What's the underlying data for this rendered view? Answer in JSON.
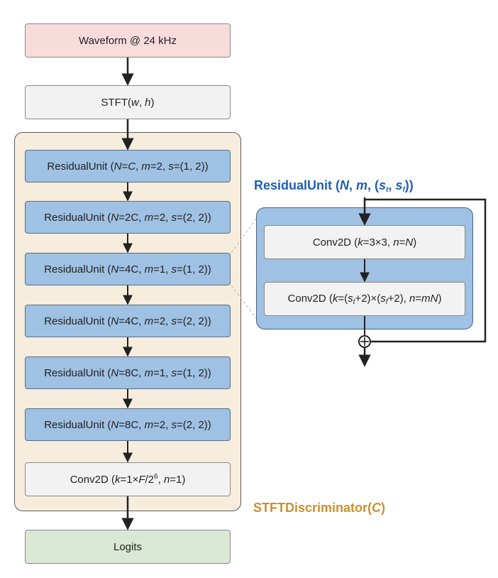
{
  "input": {
    "label": "Waveform @ 24 kHz"
  },
  "stft": {
    "prefix": "STFT(",
    "w": "w",
    "sep": ", ",
    "h": "h",
    "suffix": ")"
  },
  "discriminator": {
    "title_text": "STFTDiscriminator(",
    "title_var": "C",
    "title_close": ")",
    "title_color": "#c9922f",
    "panel_color": "#f7eddc",
    "units": [
      {
        "name": "ResidualUnit",
        "N": "C",
        "m": "2",
        "s": "(1, 2)"
      },
      {
        "name": "ResidualUnit",
        "N": "2C",
        "m": "2",
        "s": "(2, 2)"
      },
      {
        "name": "ResidualUnit",
        "N": "4C",
        "m": "1",
        "s": "(1, 2)"
      },
      {
        "name": "ResidualUnit",
        "N": "4C",
        "m": "2",
        "s": "(2, 2)"
      },
      {
        "name": "ResidualUnit",
        "N": "8C",
        "m": "1",
        "s": "(1, 2)"
      },
      {
        "name": "ResidualUnit",
        "N": "8C",
        "m": "2",
        "s": "(2, 2)"
      }
    ],
    "final_conv": {
      "name": "Conv2D",
      "k_prefix": "k",
      "k_value": "=1×",
      "k_F": "F",
      "k_slash": "/2",
      "k_exp": "6",
      "n_label": "n",
      "n_value": "=1)"
    }
  },
  "output": {
    "label": "Logits"
  },
  "residual_unit_detail": {
    "title_prefix": "ResidualUnit (",
    "title_N": "N",
    "title_m": "m",
    "title_s": "s",
    "title_t": "t",
    "title_f": "f",
    "title_color": "#1f5fb4",
    "panel_color": "#9fc1e3",
    "conv1": {
      "name": "Conv2D",
      "k": "k",
      "k_value": "=3×3, ",
      "n": "n",
      "n_eq": "=",
      "n_value": "N"
    },
    "conv2": {
      "name": "Conv2D",
      "k": "k",
      "s": "s",
      "t": "t",
      "f": "f",
      "n": "n",
      "m": "m",
      "N": "N"
    },
    "sum_symbol": "+"
  }
}
